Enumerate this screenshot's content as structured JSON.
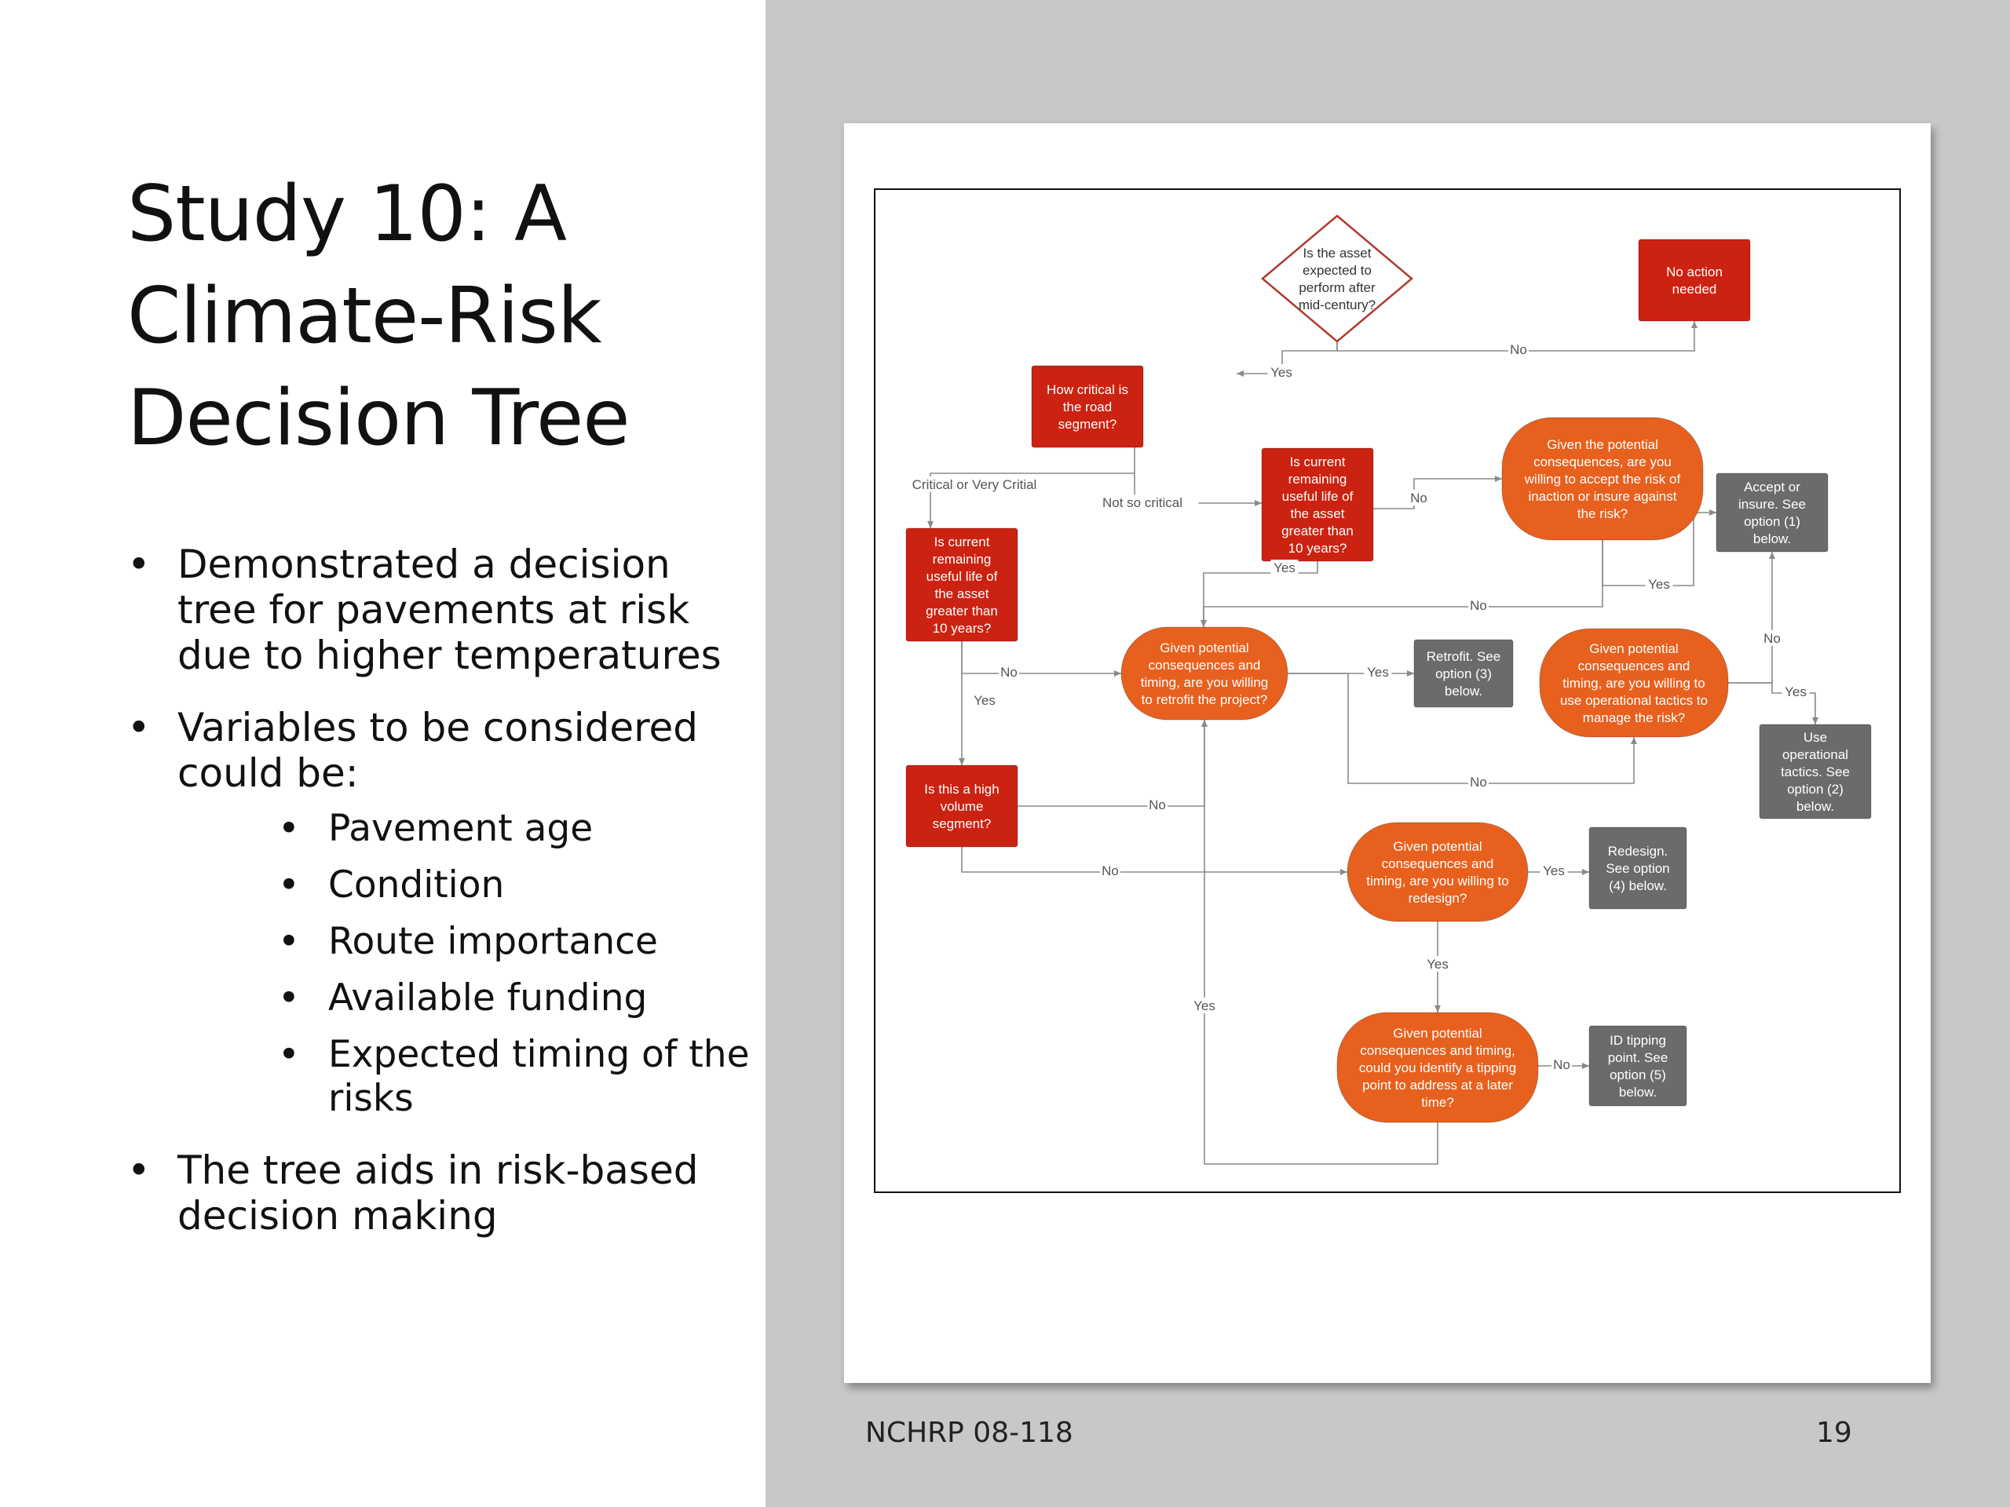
{
  "slide": {
    "title": "Study 10: A Climate-Risk Decision Tree",
    "bullets": [
      "Demonstrated a decision tree for pavements at risk due to higher temperatures",
      "Variables to be considered could be:",
      "The tree aids in risk-based decision making"
    ],
    "sub_bullets": [
      "Pavement age",
      "Condition",
      "Route importance",
      "Available funding",
      "Expected timing of the risks"
    ],
    "footer_left": "NCHRP 08-118",
    "footer_right": "19"
  },
  "colors": {
    "red": "#cc2211",
    "orange": "#e8601e",
    "gray": "#6b6b6b",
    "diamond_stroke": "#b03a2e",
    "line": "#8a8a8a"
  },
  "diagram": {
    "nodes": [
      {
        "id": "q_perform",
        "kind": "diamond",
        "lines": [
          "Is the asset",
          "expected to",
          "perform after",
          "mid-century?"
        ]
      },
      {
        "id": "no_action",
        "kind": "red",
        "lines": [
          "No action",
          "needed"
        ]
      },
      {
        "id": "q_critical",
        "kind": "red",
        "lines": [
          "How critical is",
          "the road",
          "segment?"
        ]
      },
      {
        "id": "q_life_notcrit",
        "kind": "red",
        "lines": [
          "Is current",
          "remaining",
          "useful life of",
          "the asset",
          "greater than",
          "10 years?"
        ]
      },
      {
        "id": "q_accept",
        "kind": "orange",
        "lines": [
          "Given the potential",
          "consequences, are you",
          "willing to accept the risk of",
          "inaction or insure against",
          "the risk?"
        ]
      },
      {
        "id": "accept_insure",
        "kind": "gray",
        "lines": [
          "Accept or",
          "insure. See",
          "option (1)",
          "below."
        ]
      },
      {
        "id": "q_life_crit",
        "kind": "red",
        "lines": [
          "Is current",
          "remaining",
          "useful life of",
          "the asset",
          "greater than",
          "10 years?"
        ]
      },
      {
        "id": "q_retrofit",
        "kind": "orange",
        "lines": [
          "Given potential",
          "consequences and",
          "timing, are you willing",
          "to retrofit the project?"
        ]
      },
      {
        "id": "retrofit",
        "kind": "gray",
        "lines": [
          "Retrofit. See",
          "option (3)",
          "below."
        ]
      },
      {
        "id": "q_operational",
        "kind": "orange",
        "lines": [
          "Given potential",
          "consequences and",
          "timing, are you willing to",
          "use operational tactics to",
          "manage the risk?"
        ]
      },
      {
        "id": "use_operational",
        "kind": "gray",
        "lines": [
          "Use",
          "operational",
          "tactics. See",
          "option (2)",
          "below."
        ]
      },
      {
        "id": "q_volume",
        "kind": "red",
        "lines": [
          "Is this a high",
          "volume",
          "segment?"
        ]
      },
      {
        "id": "q_redesign",
        "kind": "orange",
        "lines": [
          "Given potential",
          "consequences and",
          "timing, are you willing to",
          "redesign?"
        ]
      },
      {
        "id": "redesign",
        "kind": "gray",
        "lines": [
          "Redesign.",
          "See option",
          "(4) below."
        ]
      },
      {
        "id": "q_tipping",
        "kind": "orange",
        "lines": [
          "Given potential",
          "consequences and timing,",
          "could you identify a tipping",
          "point to address at a later",
          "time?"
        ]
      },
      {
        "id": "tipping",
        "kind": "gray",
        "lines": [
          "ID tipping",
          "point. See",
          "option (5)",
          "below."
        ]
      }
    ],
    "edge_labels": [
      "No",
      "Yes",
      "Critical or Very Critial",
      "Not so critical",
      "No",
      "Yes",
      "Yes",
      "No",
      "No",
      "Yes",
      "Yes",
      "No",
      "No",
      "Yes",
      "No",
      "No",
      "Yes",
      "Yes",
      "No",
      "Yes",
      "No"
    ]
  }
}
